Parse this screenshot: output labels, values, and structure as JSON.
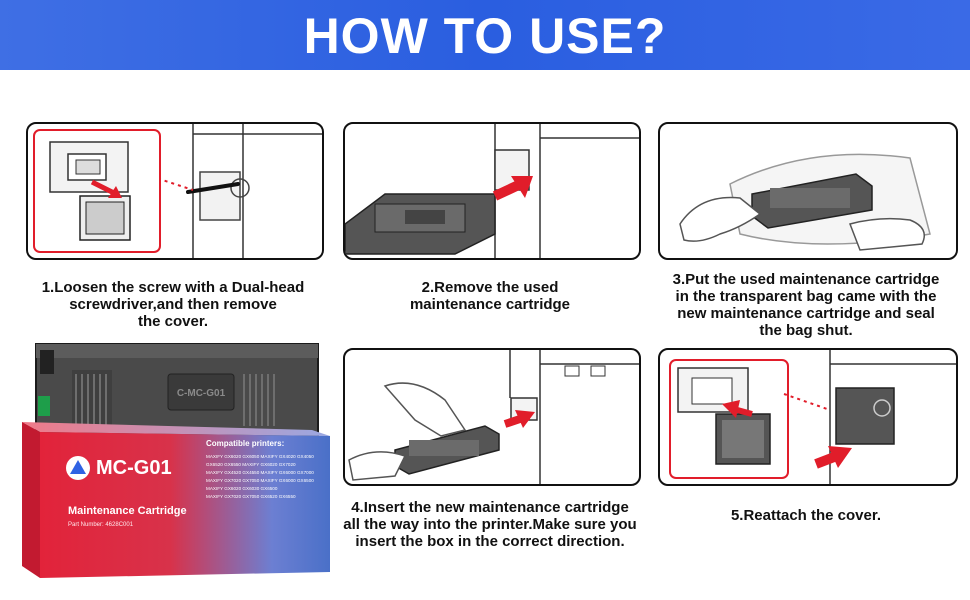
{
  "header": {
    "title": "HOW TO USE?"
  },
  "steps": [
    {
      "caption_lines": [
        "1.Loosen the screw with a Dual-head",
        "screwdriver,and then remove",
        "the cover."
      ]
    },
    {
      "caption_lines": [
        "2.Remove the used",
        "maintenance cartridge"
      ]
    },
    {
      "caption_lines": [
        "3.Put the used maintenance cartridge",
        "in the transparent bag came with the",
        "new maintenance cartridge and seal",
        "the bag shut."
      ]
    },
    {
      "caption_lines": [
        "4.Insert the new maintenance cartridge",
        "all the way into the printer.Make sure you",
        "insert the box in the correct direction."
      ]
    },
    {
      "caption_lines": [
        "5.Reattach the cover."
      ]
    }
  ],
  "product": {
    "model": "MC-G01",
    "cartridge_label": "C-MC-G01",
    "name": "Maintenance Cartridge",
    "part_number": "Part Number: 4628C001",
    "compatible_title": "Compatible printers:",
    "compatible_lines": [
      "MAXIFY GX6020 GX6050 MAXIFY GX4020 GX4050",
      "GX6520 GX6550 MAXIFY GX6020 GX7020",
      "MAXIFY GX4520 GX4550 MAXIFY GX6000 GX7000",
      "MAXIFY GX7020 GX7050 MAXIFY GX6000 GX6500",
      "MAXIFY GX6020 GX6030 GX6500",
      "MAXIFY GX7020 GX7050 GX6520 GX6550"
    ]
  },
  "colors": {
    "banner": "#2f62e3",
    "accent_red": "#e11d2a",
    "box_red": "#e2233a",
    "box_blue": "#4a70c8"
  }
}
